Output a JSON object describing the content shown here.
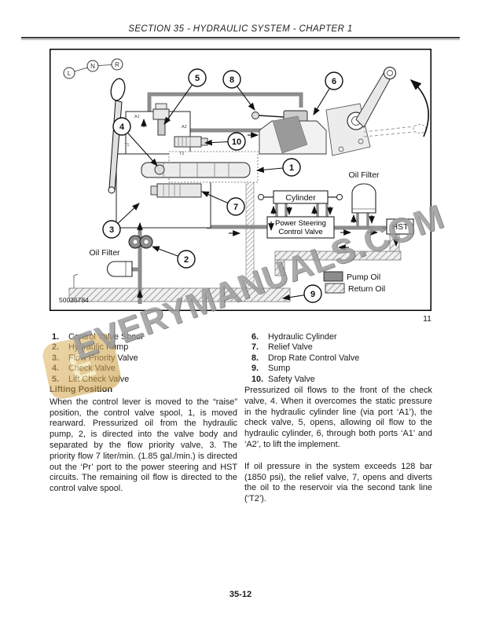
{
  "header": {
    "title": "SECTION 35 - HYDRAULIC SYSTEM - CHAPTER 1"
  },
  "figure": {
    "id_code": "50036784",
    "figure_number": "11",
    "callouts": [
      "1",
      "2",
      "3",
      "4",
      "5",
      "6",
      "7",
      "8",
      "9",
      "10"
    ],
    "labels": {
      "oil_filter_left": "Oil Filter",
      "oil_filter_right": "Oil Filter",
      "cylinder": "Cylinder",
      "power_steering_line1": "Power Steering",
      "power_steering_line2": "Control Valve",
      "hst": "HST",
      "pump_oil": "Pump Oil",
      "return_oil": "Return Oil",
      "lever_l": "L",
      "lever_n": "N",
      "lever_r": "R",
      "port_a1": "A1",
      "port_a2": "A2",
      "port_t1": "T1",
      "port_t2": "T2"
    }
  },
  "legend": {
    "left": [
      {
        "num": "1.",
        "label": "Control Valve Spool"
      },
      {
        "num": "2.",
        "label": "Hydraulic Pump"
      },
      {
        "num": "3.",
        "label": "Flow Priority Valve"
      },
      {
        "num": "4.",
        "label": "Check Valve"
      },
      {
        "num": "5.",
        "label": "Lift Check Valve"
      }
    ],
    "right": [
      {
        "num": "6.",
        "label": "Hydraulic Cylinder"
      },
      {
        "num": "7.",
        "label": "Relief Valve"
      },
      {
        "num": "8.",
        "label": "Drop Rate Control Valve"
      },
      {
        "num": "9.",
        "label": "Sump"
      },
      {
        "num": "10.",
        "label": "Safety Valve"
      }
    ]
  },
  "body": {
    "heading": "Lifting Position",
    "left_p": "When the control lever is moved to the “raise” position, the control valve spool, 1, is moved rearward. Pressurized oil from the hydraulic pump, 2, is directed into the valve body and separated by the flow priority valve, 3. The priority flow 7 liter/min. (1.85 gal./min.) is directed out the ‘Pr’ port to the power steering and HST circuits. The remaining oil flow is directed to the control valve spool.",
    "right_p1": "Pressurized oil flows to the front of the check valve, 4. When it overcomes the static pressure in the hydraulic cylinder line (via port ‘A1’), the check valve, 5, opens, allowing oil flow to the hydraulic cylinder, 6, through both ports ‘A1’ and ‘A2’, to lift the implement.",
    "right_p2": "If oil pressure in the system exceeds 128 bar (1850 psi), the relief valve, 7, opens and diverts the oil to the reservoir via the second tank line (‘T2’)."
  },
  "watermark": {
    "text": "EVERYMANUALS.COM",
    "logo_letter": "E"
  },
  "footer": {
    "page_number": "35-12"
  },
  "colors": {
    "pipe": "#8c8c8c",
    "watermark": "#9c9c9c",
    "gold": "#c89a3f"
  }
}
